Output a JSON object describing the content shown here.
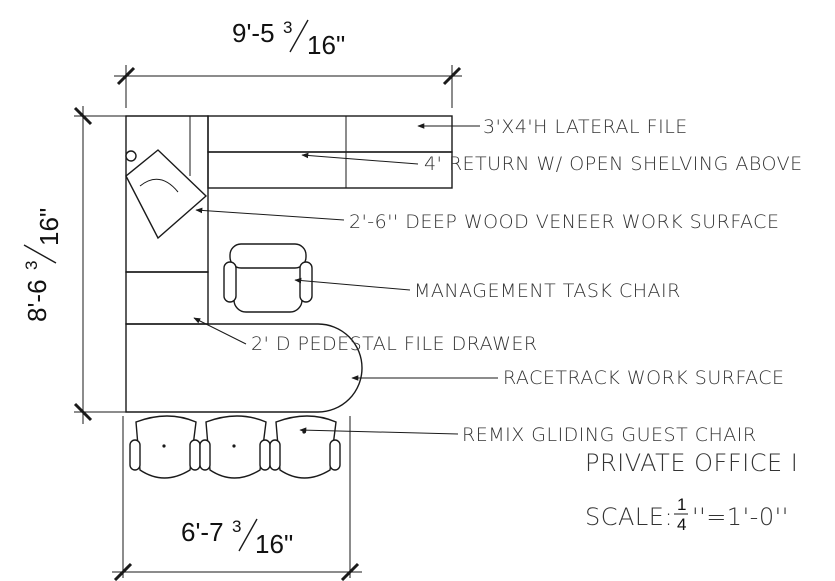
{
  "dimensions": {
    "top_width": {
      "whole": "9'-5",
      "num": "3",
      "den": "16",
      "inch": "\""
    },
    "left_depth": {
      "whole": "8'-6",
      "num": "3",
      "den": "16",
      "inch": "\""
    },
    "bottom_width": {
      "whole": "6'-7",
      "num": "3",
      "den": "16",
      "inch": "\""
    }
  },
  "callouts": {
    "lateral_file": "3'X4'H LATERAL FILE",
    "return": "4' RETURN W/  OPEN SHELVING ABOVE",
    "work_surface": "2'-6'' DEEP WOOD VENEER WORK SURFACE",
    "task_chair": "MANAGEMENT TASK CHAIR",
    "pedestal": "2' D PEDESTAL FILE DRAWER",
    "racetrack": "RACETRACK WORK SURFACE",
    "guest_chair": "REMIX GLIDING GUEST CHAIR"
  },
  "title_block": {
    "title": "PRIVATE OFFICE I",
    "scale_prefix": "SCALE: ",
    "scale_num": "1",
    "scale_den": "4",
    "scale_suffix": "''=1'-0''"
  }
}
